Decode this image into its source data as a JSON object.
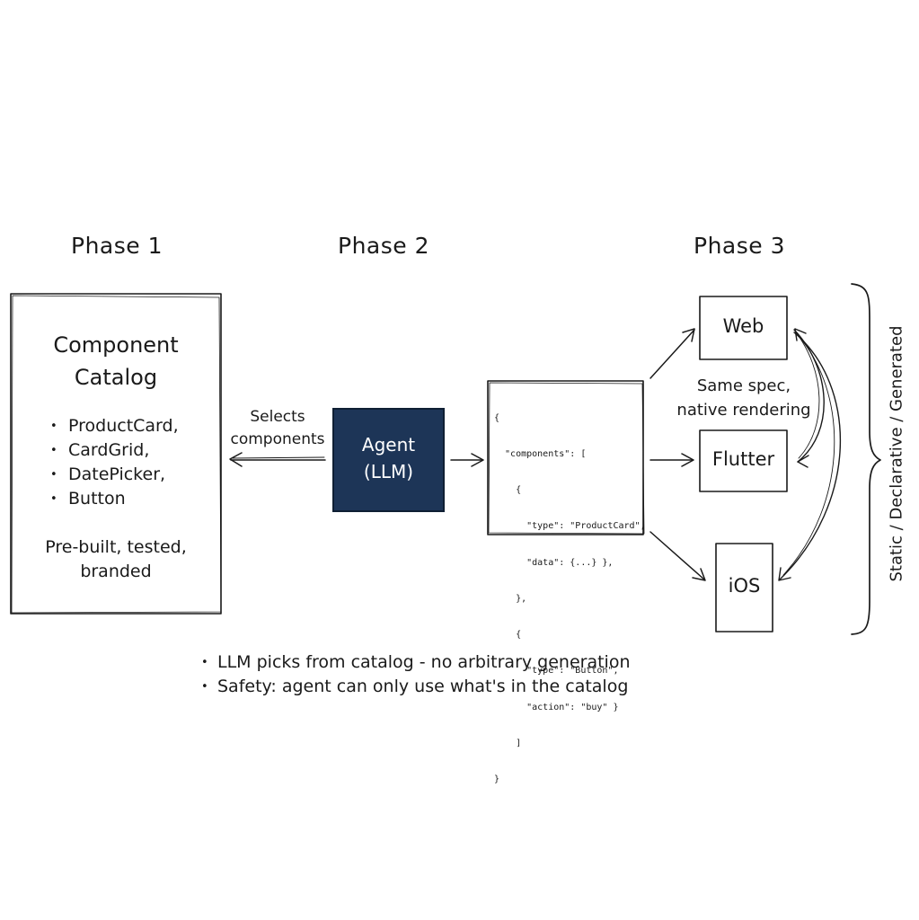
{
  "phases": [
    {
      "title": "Phase 1"
    },
    {
      "title": "Phase 2"
    },
    {
      "title": "Phase 3"
    }
  ],
  "catalog": {
    "title_line1": "Component",
    "title_line2": "Catalog",
    "items": [
      "ProductCard,",
      "CardGrid,",
      "DatePicker,",
      "Button"
    ],
    "note_line1": "Pre-built, tested,",
    "note_line2": "branded"
  },
  "selects_label": {
    "line1": "Selects",
    "line2": "components"
  },
  "agent": {
    "line1": "Agent",
    "line2": "(LLM)",
    "fill": "#1d3557"
  },
  "spec": {
    "lines": [
      "{",
      "  \"components\": [",
      "    {",
      "      \"type\": \"ProductCard\",",
      "      \"data\": {...} },",
      "    },",
      "    {",
      "      \"type\": \"Button\",",
      "      \"action\": \"buy\" }",
      "    ]",
      "}"
    ]
  },
  "platforms": {
    "web": "Web",
    "flutter": "Flutter",
    "ios": "iOS",
    "note_line1": "Same spec,",
    "note_line2": "native rendering"
  },
  "bracket_label": "Static / Declarative / Generated",
  "notes": [
    "LLM picks from catalog - no arbitrary generation",
    "Safety: agent can only use what's in the catalog"
  ],
  "colors": {
    "ink": "#1a1a1a",
    "paper": "#ffffff"
  }
}
